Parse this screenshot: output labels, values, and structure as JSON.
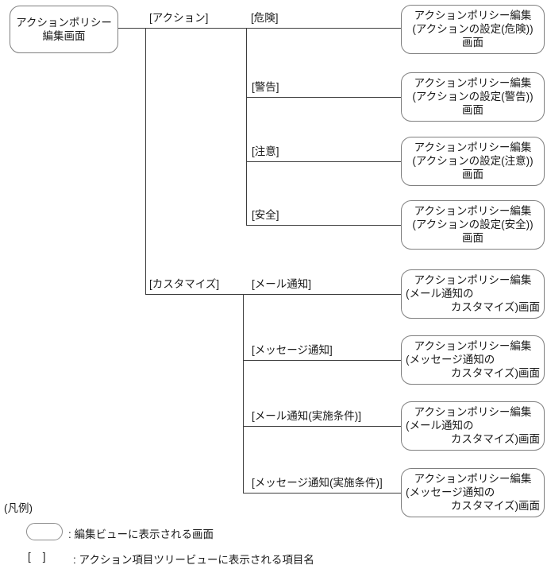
{
  "diagram": {
    "root_screen": {
      "lines": [
        "アクションポリシー",
        "編集画面"
      ]
    },
    "tree_labels": {
      "action": "[アクション]",
      "customize": "[カスタマイズ]"
    },
    "rows": [
      {
        "item": "[危険]",
        "screen": [
          "アクションポリシー編集",
          "(アクションの設定(危険))",
          "画面"
        ]
      },
      {
        "item": "[警告]",
        "screen": [
          "アクションポリシー編集",
          "(アクションの設定(警告))",
          "画面"
        ]
      },
      {
        "item": "[注意]",
        "screen": [
          "アクションポリシー編集",
          "(アクションの設定(注意))",
          "画面"
        ]
      },
      {
        "item": "[安全]",
        "screen": [
          "アクションポリシー編集",
          "(アクションの設定(安全))",
          "画面"
        ]
      },
      {
        "item": "[メール通知]",
        "screen": [
          "アクションポリシー編集",
          "(メール通知の",
          "カスタマイズ)画面"
        ]
      },
      {
        "item": "[メッセージ通知]",
        "screen": [
          "アクションポリシー編集",
          "(メッセージ通知の",
          "カスタマイズ)画面"
        ]
      },
      {
        "item": "[メール通知(実施条件)]",
        "screen": [
          "アクションポリシー編集",
          "(メール通知の",
          "カスタマイズ)画面"
        ]
      },
      {
        "item": "[メッセージ通知(実施条件)]",
        "screen": [
          "アクションポリシー編集",
          "(メッセージ通知の",
          "カスタマイズ)画面"
        ]
      }
    ]
  },
  "legend": {
    "title": "(凡例)",
    "screen_symbol_label": ": 編集ビューに表示される画面",
    "bracket_symbol": "[    ]",
    "bracket_symbol_label": ": アクション項目ツリービューに表示される項目名"
  },
  "colors": {
    "background": "#ffffff",
    "line": "#3d3d3d",
    "box_border": "#7f7f7f",
    "text": "#1a1a1a"
  }
}
